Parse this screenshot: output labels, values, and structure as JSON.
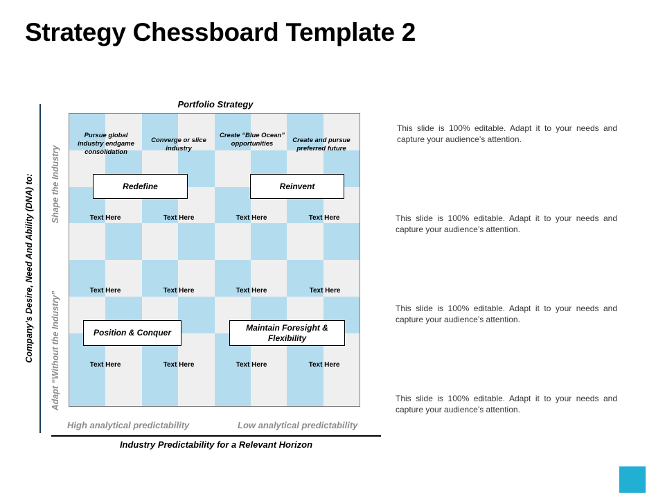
{
  "title": "Strategy Chessboard Template 2",
  "top_axis_label": "Portfolio Strategy",
  "corner_texts": [
    "Pursue global industry endgame consolidation",
    "Converge or slice industry",
    "Create “Blue Ocean” opportunities",
    "Create and pursue preferred future"
  ],
  "quadrant_boxes": [
    "Redefine",
    "Reinvent",
    "Position & Conquer",
    "Maintain Foresight & Flexibility"
  ],
  "cell_texts": [
    "Text Here",
    "Text Here",
    "Text Here",
    "Text Here",
    "Text Here",
    "Text Here",
    "Text Here",
    "Text Here",
    "Text Here",
    "Text Here",
    "Text Here",
    "Text Here"
  ],
  "vertical_axis_label": "Company’s Desire, Need And Ability (DNA) to:",
  "vertical_top_label": "Shape the Industry",
  "vertical_bottom_label": "Adapt “Without the Industry”",
  "bottom_left_label": "High analytical predictability",
  "bottom_right_label": "Low analytical predictability",
  "bottom_axis_label": "Industry Predictability for a Relevant Horizon",
  "side_notes": [
    "This slide is 100% editable. Adapt it to your needs and capture your audience’s attention.",
    "This slide is 100% editable. Adapt it to your needs and capture your audience’s attention.",
    "This slide is 100% editable. Adapt it to your needs and capture your audience’s attention.",
    "This slide is 100% editable. Adapt it to your needs and capture your audience’s attention."
  ],
  "colors": {
    "light_blue": "#b4dcef",
    "light_grey": "#efefef",
    "accent": "#21afd4"
  }
}
